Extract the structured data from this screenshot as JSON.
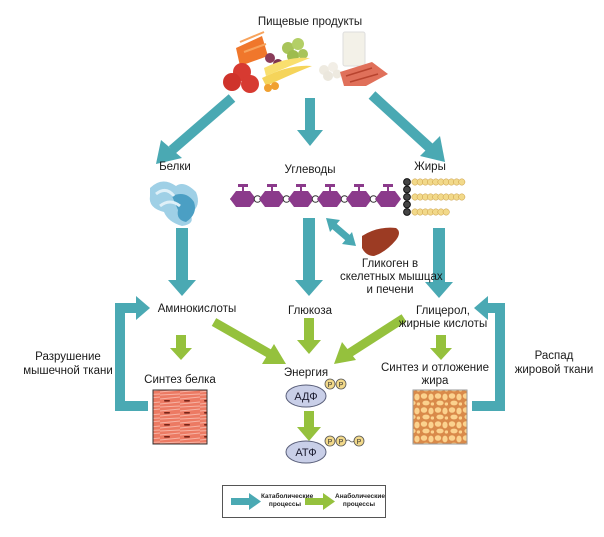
{
  "title": "Пищевые продукты",
  "colors": {
    "catabolic": "#4aa9b3",
    "anabolic": "#95c13d",
    "carb_chain": "#8b3a8b",
    "atp_oval": "#c9cfe8",
    "phosphate": "#f2d98a",
    "muscle": "#e96a55",
    "fat_tissue": "#f4c27a",
    "liver": "#9c3b23"
  },
  "nutrients": {
    "proteins": "Белки",
    "carbohydrates": "Углеводы",
    "fats": "Жиры"
  },
  "glycogen": [
    "Гликоген в",
    "скелетных мышцах",
    "и печени"
  ],
  "products": {
    "amino_acids": "Аминокислоты",
    "glucose": "Глюкоза",
    "glycerol": [
      "Глицерол,",
      "жирные кислоты"
    ]
  },
  "processes": {
    "muscle_breakdown": [
      "Разрушение",
      "мышечной ткани"
    ],
    "protein_synthesis": "Синтез белка",
    "energy": "Энергия",
    "fat_synthesis": [
      "Синтез и отложение",
      "жира"
    ],
    "fat_breakdown": [
      "Распад",
      "жировой ткани"
    ]
  },
  "molecules": {
    "adp": "АДФ",
    "atp": "АТФ",
    "phosphate": "P"
  },
  "legend": {
    "catabolic": [
      "Катаболические",
      "процессы"
    ],
    "anabolic": [
      "Анаболические",
      "процессы"
    ]
  }
}
